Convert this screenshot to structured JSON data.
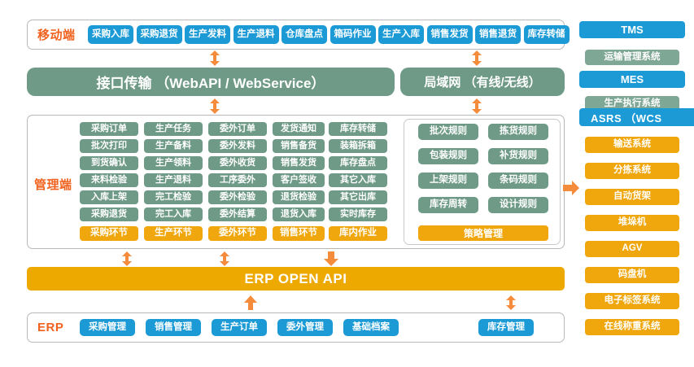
{
  "mobile": {
    "label": "移动端",
    "buttons": [
      "采购入库",
      "采购退货",
      "生产发料",
      "生产退料",
      "仓库盘点",
      "箱码作业",
      "生产入库",
      "销售发货",
      "销售退货",
      "库存转储"
    ]
  },
  "transport": {
    "api_bar": "接口传输 （WebAPI / WebService）",
    "lan_bar": "局域网 （有线/无线）"
  },
  "management": {
    "label": "管理端",
    "columns": [
      {
        "footer": "采购环节",
        "items": [
          "采购订单",
          "批次打印",
          "到货确认",
          "来料检验",
          "入库上架",
          "采购退货"
        ]
      },
      {
        "footer": "生产环节",
        "items": [
          "生产任务",
          "生产备料",
          "生产领料",
          "生产退料",
          "完工检验",
          "完工入库"
        ]
      },
      {
        "footer": "委外环节",
        "items": [
          "委外订单",
          "委外发料",
          "委外收货",
          "工序委外",
          "委外检验",
          "委外结算"
        ]
      },
      {
        "footer": "销售环节",
        "items": [
          "发货通知",
          "销售备货",
          "销售发货",
          "客户签收",
          "退货检验",
          "退货入库"
        ]
      },
      {
        "footer": "库内作业",
        "items": [
          "库存转储",
          "装箱拆箱",
          "库存盘点",
          "其它入库",
          "其它出库",
          "实时库存"
        ]
      }
    ],
    "rules": {
      "footer": "策略管理",
      "items": [
        [
          "批次规则",
          "拣货规则"
        ],
        [
          "包装规则",
          "补货规则"
        ],
        [
          "上架规则",
          "条码规则"
        ],
        [
          "库存周转",
          "设计规则"
        ]
      ]
    }
  },
  "erp_api": {
    "label": "ERP  OPEN API"
  },
  "erp": {
    "label": "ERP",
    "buttons": [
      "采购管理",
      "销售管理",
      "生产订单",
      "委外管理",
      "基础档案"
    ],
    "right_button": "库存管理"
  },
  "systems": {
    "tms": {
      "head": "TMS",
      "sub": "运输管理系统"
    },
    "mes": {
      "head": "MES",
      "sub": "生产执行系统"
    },
    "asrs": {
      "head": "ASRS （WCS",
      "items": [
        "输送系统",
        "分拣系统",
        "自动货架",
        "堆垛机",
        "AGV",
        "码盘机",
        "电子标签系统",
        "在线称重系统"
      ]
    }
  },
  "colors": {
    "blue": "#1b9ad6",
    "green": "#6e9a87",
    "orange": "#efa70d",
    "amber": "#eda900",
    "accent_text": "#f0621f",
    "arrow": "#f58c3c"
  }
}
